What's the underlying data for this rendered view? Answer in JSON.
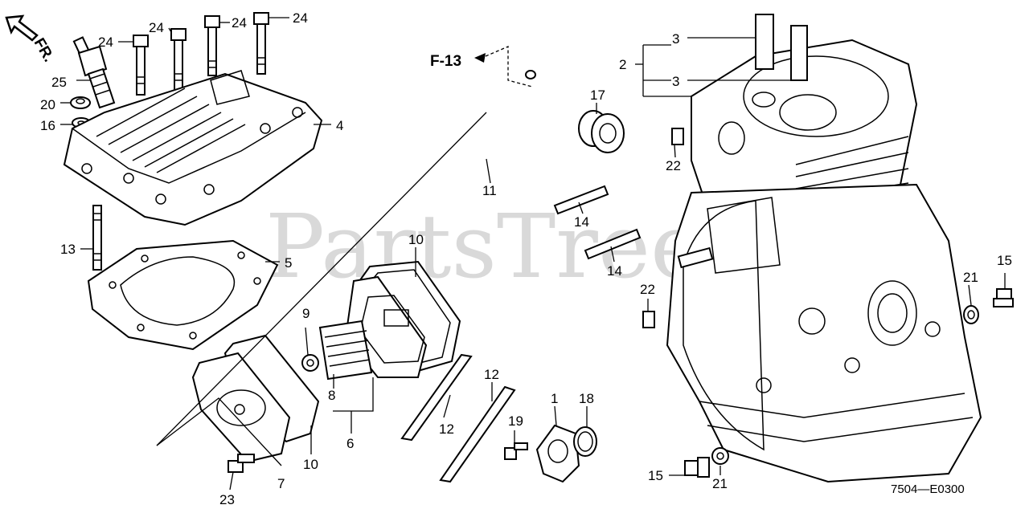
{
  "watermark": "PartsTree",
  "direction_label": "FR.",
  "reference_label": "F-13",
  "figure_code": "7504—E0300",
  "callouts": {
    "c1": "1",
    "c2": "2",
    "c3a": "3",
    "c3b": "3",
    "c4": "4",
    "c5": "5",
    "c6": "6",
    "c7": "7",
    "c8": "8",
    "c9": "9",
    "c10a": "10",
    "c10b": "10",
    "c11": "11",
    "c12a": "12",
    "c12b": "12",
    "c13": "13",
    "c14a": "14",
    "c14b": "14",
    "c15a": "15",
    "c15b": "15",
    "c16": "16",
    "c17": "17",
    "c18": "18",
    "c19": "19",
    "c20": "20",
    "c21a": "21",
    "c21b": "21",
    "c22a": "22",
    "c22b": "22",
    "c23": "23",
    "c24a": "24",
    "c24b": "24",
    "c24c": "24",
    "c24d": "24",
    "c25": "25"
  }
}
